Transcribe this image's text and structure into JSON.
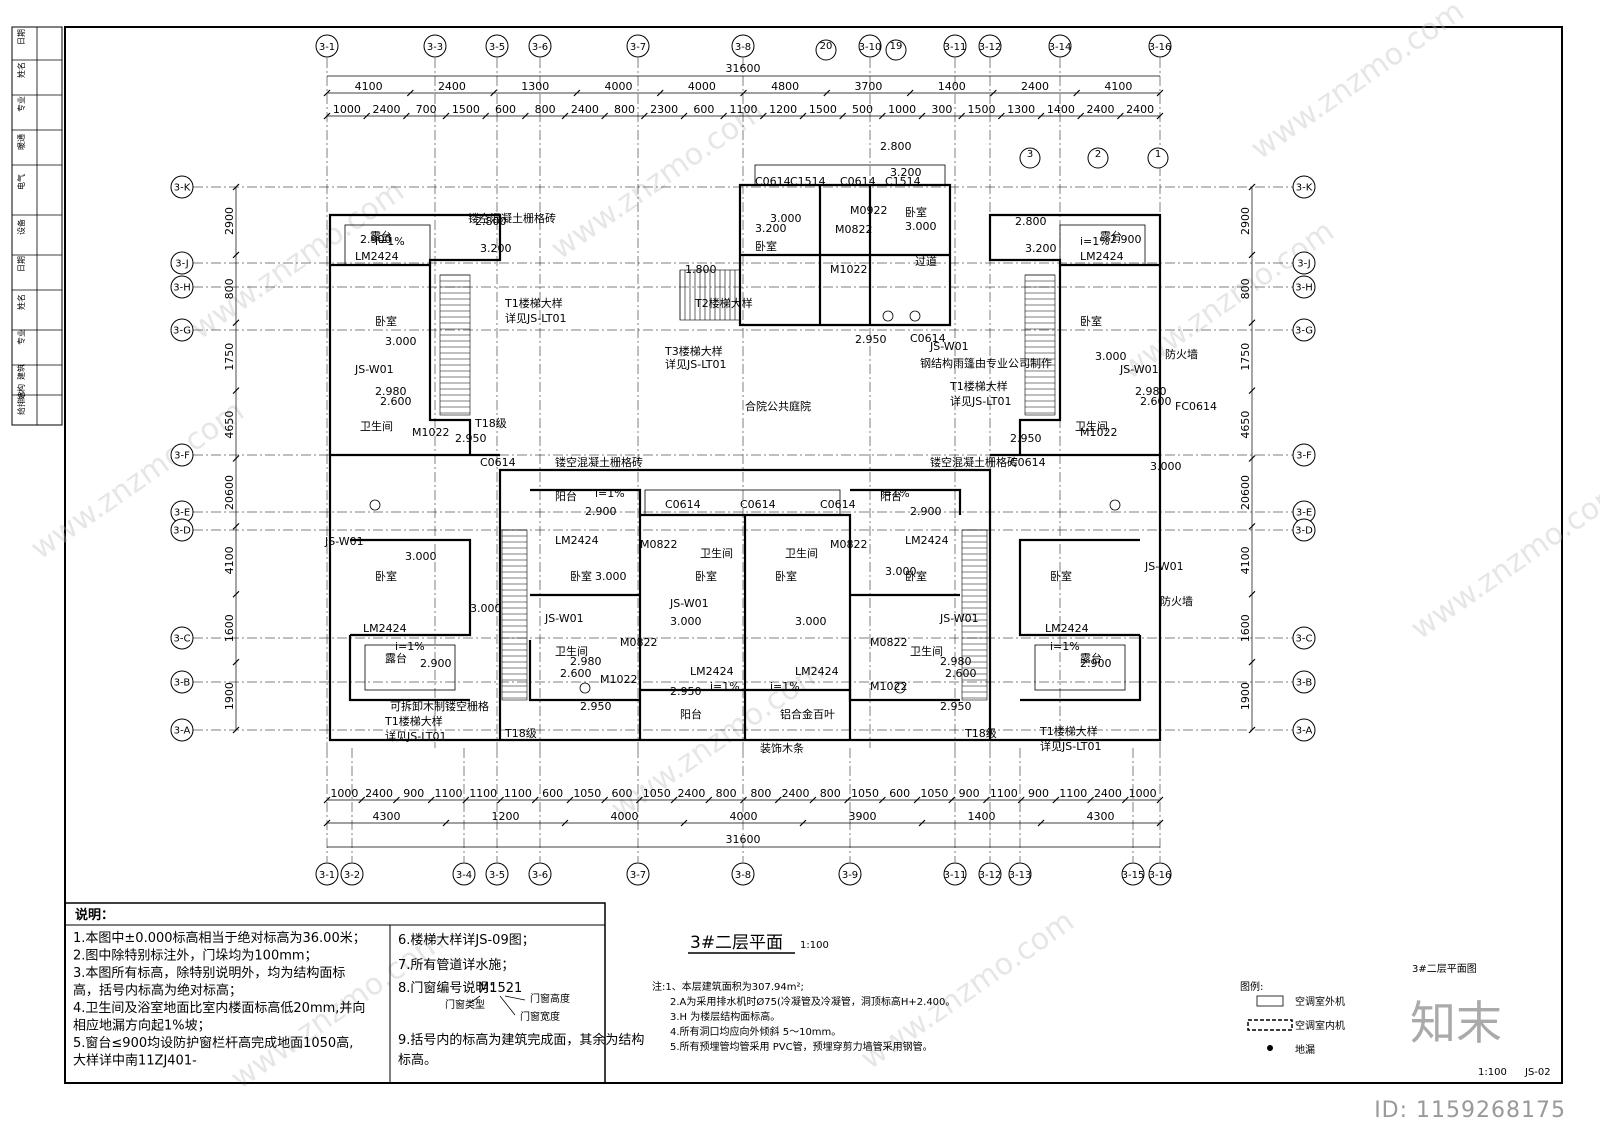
{
  "axes_top": [
    "3-1",
    "3-3",
    "3-5",
    "3-6",
    "3-7",
    "3-8",
    "3-10",
    "3-11",
    "3-12",
    "3-14",
    "3-16"
  ],
  "axes_bottom": [
    "3-1",
    "3-2",
    "3-4",
    "3-5",
    "3-6",
    "3-7",
    "3-8",
    "3-9",
    "3-11",
    "3-12",
    "3-13",
    "3-15",
    "3-16"
  ],
  "axes_side": [
    "3-K",
    "3-J",
    "3-H",
    "3-G",
    "3-F",
    "3-E",
    "3-D",
    "3-C",
    "3-B",
    "3-A"
  ],
  "section_marks": [
    "20",
    "19",
    "3",
    "2",
    "1"
  ],
  "dims_top_total": "31600",
  "dims_top_row1": [
    "4100",
    "2400",
    "1300",
    "4000",
    "4000",
    "4800",
    "3700",
    "1400",
    "2400",
    "4100"
  ],
  "dims_top_row2": [
    "1000",
    "2400",
    "700",
    "1500",
    "600",
    "800",
    "2400",
    "800",
    "2300",
    "600",
    "1100",
    "1200",
    "1500",
    "500",
    "1000",
    "300",
    "1500",
    "1300",
    "1400",
    "2400",
    "2400"
  ],
  "dims_bottom_row1": [
    "1000",
    "2400",
    "900",
    "1100",
    "1100",
    "1100",
    "600",
    "1050",
    "600",
    "1050",
    "2400",
    "800",
    "800",
    "2400",
    "800",
    "1050",
    "600",
    "1050",
    "900",
    "1100",
    "900",
    "1100",
    "2400",
    "1000"
  ],
  "dims_bottom_row2": [
    "4300",
    "1200",
    "4000",
    "4000",
    "3900",
    "1400",
    "4300"
  ],
  "dims_bottom_total": "31600",
  "dims_left": [
    "2900",
    "800",
    "1750",
    "4650",
    "20600",
    "4100",
    "1600",
    "1900"
  ],
  "dims_right": [
    "2900",
    "800",
    "1750",
    "4650",
    "20600",
    "4100",
    "1600",
    "1900"
  ],
  "room_labels": [
    "卧室",
    "卫生间",
    "阳台",
    "露台",
    "合院公共庭院",
    "过道",
    "防火墙",
    "装饰木条",
    "铝合金百叶",
    "可拆卸木制镂空栅格",
    "镂空混凝土栅格砖",
    "钢结构雨篷由专业公司制作"
  ],
  "door_window_codes": [
    "LM2424",
    "C0614",
    "M1022",
    "M0822",
    "C1514",
    "FC0614",
    "M0922",
    "JS-W01",
    "T1楼梯大样",
    "详见JS-LT01",
    "T2楼梯大样",
    "T3楼梯大样",
    "T18级"
  ],
  "elevations": [
    "3.000",
    "2.950",
    "2.900",
    "2.800",
    "3.200",
    "2.980",
    "2.600",
    "1.800",
    "i=1%"
  ],
  "notes": {
    "title": "说明：",
    "items": [
      "1.本图中±0.000标高相当于绝对标高为36.00米；",
      "2.图中除特别标注外，门垛均为100mm；",
      "3.本图所有标高，除特别说明外，均为结构面标",
      "  高，括号内标高为绝对标高；",
      "4.卫生间及浴室地面比室内楼面标高低20mm,并向",
      "  相应地漏方向起1%坡；",
      "5.窗台≤900均设防护窗栏杆高完成地面1050高,",
      "  大样详中南11ZJ401-"
    ],
    "items_col2": [
      "6.楼梯大样详JS-09图；",
      "7.所有管道详水施；",
      "8.门窗编号说明：",
      "9.括号内的标高为建筑完成面，其余为结构",
      "  标高。"
    ],
    "door_code_example": "M1521",
    "door_code_type": "门窗类型",
    "door_code_height": "门窗高度",
    "door_code_width": "门窗宽度"
  },
  "drawing_title": "3#二层平面",
  "drawing_scale": "1:100",
  "plan_notes": [
    "注:1、本层建筑面积为307.94m²;",
    "2.A为采用排水机时Ø75(冷凝管及冷凝管，洞顶标高H+2.400。",
    "3.H 为楼层结构面标高。",
    "4.所有洞口均应向外倾斜 5～10mm。",
    "5.所有预埋管均管采用 PVC管，预埋穿剪力墙管采用钢管。"
  ],
  "legend": {
    "sheet_name": "3#二层平面图",
    "title": "图例:",
    "items": [
      "空调室外机",
      "空调室内机",
      "地漏"
    ]
  },
  "title_block": {
    "scale": "1:100",
    "sheet_no": "JS-02"
  },
  "side_strip": [
    "日期",
    "姓名",
    "专业",
    "暖通",
    "电气",
    "设备",
    "日期",
    "姓名",
    "专业",
    "建筑",
    "结构",
    "给排水"
  ],
  "watermark": "www.znzmo.com",
  "brand": "知末",
  "id_text": "ID: 1159268175"
}
